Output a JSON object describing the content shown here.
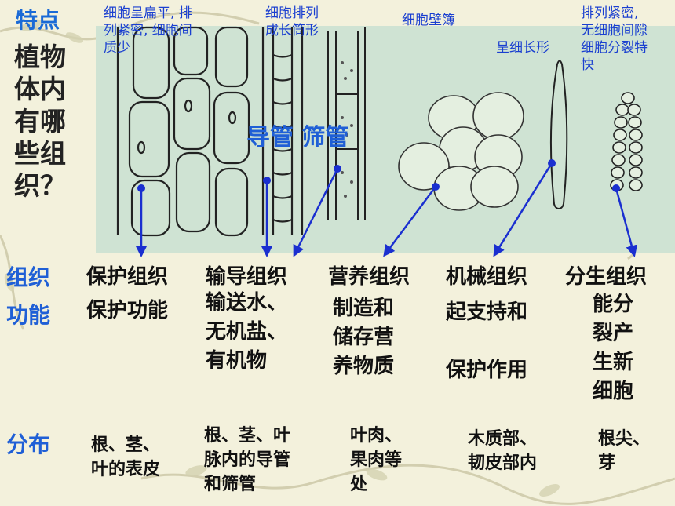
{
  "heading": {
    "features_label": "特点",
    "question": "植物\n体内\n有哪\n些组\n织？"
  },
  "captions": {
    "protective": "细胞呈扁平, 排\n列紧密, 细胞间\n质少",
    "conducting": "细胞排列\n成长筒形",
    "nutrient": "细胞壁簿",
    "mechanical": "呈细长形",
    "meristem": "排列紧密,\n无细胞间隙\n细胞分裂特\n快"
  },
  "vessel_label": "导管 筛管",
  "row_labels": {
    "tissue": "组织",
    "function": "功能",
    "distribution": "分布"
  },
  "tissues": [
    {
      "name": "保护组织",
      "function": "保护功能",
      "distribution": "根、茎、\n叶的表皮"
    },
    {
      "name": "输导组织",
      "function": "输送水、\n无机盐、\n有机物",
      "distribution": "根、茎、叶\n脉内的导管\n和筛管"
    },
    {
      "name": "营养组织",
      "function": "制造和\n储存营\n养物质",
      "distribution": "叶肉、\n果肉等\n处"
    },
    {
      "name": "机械组织",
      "function": "起支持和\n\n保护作用",
      "distribution": "木质部、\n韧皮部内"
    },
    {
      "name": "分生组织",
      "function": "能分\n裂产\n生新\n细胞",
      "distribution": "根尖、\n芽"
    }
  ]
}
